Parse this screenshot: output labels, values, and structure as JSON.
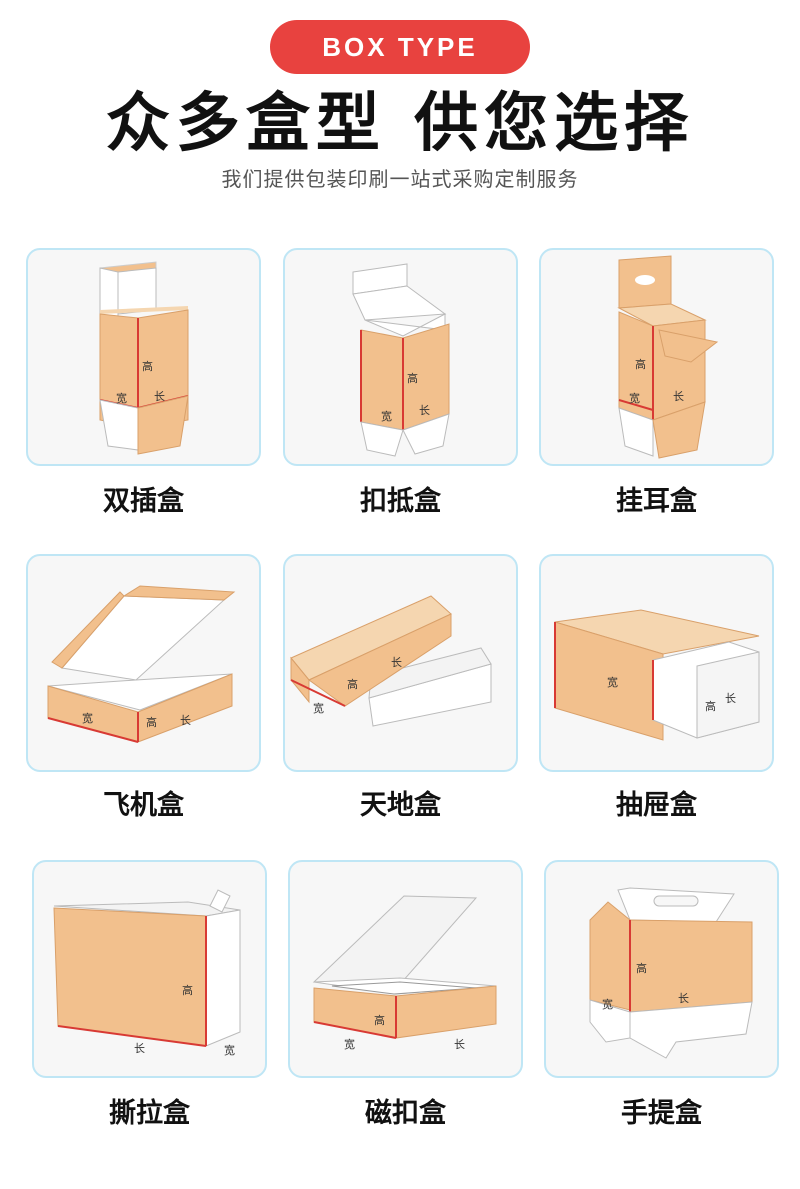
{
  "header": {
    "badge": "BOX TYPE",
    "title": "众多盒型  供您选择",
    "subtitle": "我们提供包装印刷一站式采购定制服务"
  },
  "colors": {
    "accent": "#e8423f",
    "kraft": "#f2c08d",
    "card_border": "#bfe6f5"
  },
  "dims": {
    "height": "高",
    "length": "长",
    "width": "宽"
  },
  "boxes": [
    {
      "name": "双插盒"
    },
    {
      "name": "扣抵盒"
    },
    {
      "name": "挂耳盒"
    },
    {
      "name": "飞机盒"
    },
    {
      "name": "天地盒"
    },
    {
      "name": "抽屉盒"
    },
    {
      "name": "撕拉盒"
    },
    {
      "name": "磁扣盒"
    },
    {
      "name": "手提盒"
    }
  ]
}
